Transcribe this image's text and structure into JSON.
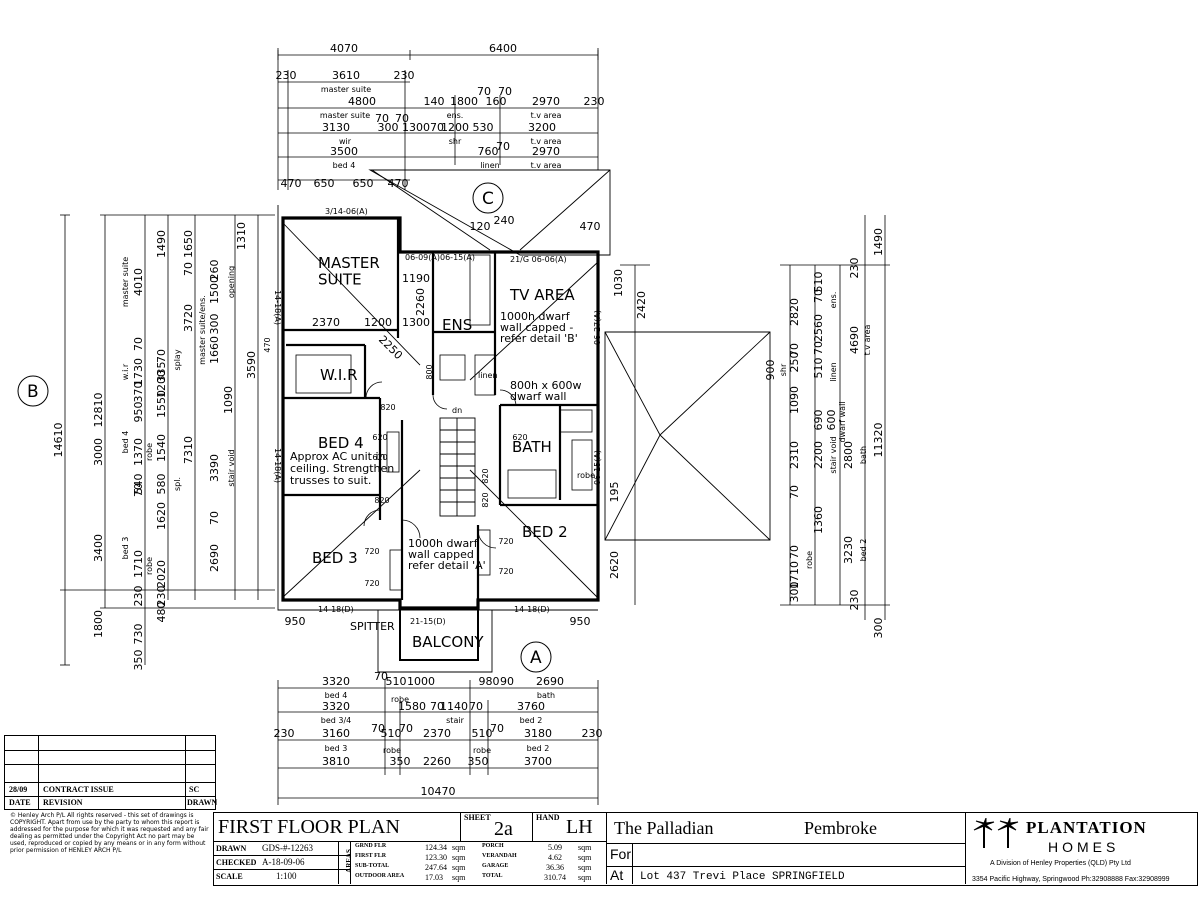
{
  "plan": {
    "rooms": {
      "master_suite": "MASTER\nSUITE",
      "tv_area": "TV AREA",
      "ens": "ENS",
      "wir": "W.I.R",
      "bed4": "BED 4",
      "bath": "BATH",
      "bed3": "BED 3",
      "bed2": "BED 2",
      "balcony": "BALCONY"
    },
    "notes": {
      "ac_note_1": "Approx AC unit in",
      "ac_note_2": "ceiling. Strengthen",
      "ac_note_3": "trusses to suit.",
      "tv_wall_1": "1000h dwarf",
      "tv_wall_2": "wall capped -",
      "tv_wall_3": "refer detail 'B'",
      "dwarf_600_1": "800h x 600w",
      "dwarf_600_2": "dwarf wall",
      "stair_wall_1": "1000h dwarf",
      "stair_wall_2": "wall capped",
      "stair_wall_3": "refer detail 'A'",
      "spitter": "SPITTER",
      "dn": "dn",
      "linen": "linen",
      "robe": "robe"
    },
    "markers": {
      "a": "A",
      "b": "B",
      "c": "C"
    },
    "top_dims": {
      "r1": [
        "4070",
        "6400"
      ],
      "r2": [
        "230",
        "3610",
        "230"
      ],
      "r2_label": "master suite",
      "r3": [
        "4800",
        "140",
        "1800",
        "70",
        "70",
        "160",
        "2970",
        "230"
      ],
      "r3_labels": [
        "master suite",
        "ens.",
        "t.v area"
      ],
      "r4": [
        "3130",
        "70",
        "70",
        "300",
        "1300",
        "70",
        "1200",
        "530",
        "3200"
      ],
      "r4_labels": [
        "wir",
        "shr",
        "t.v area"
      ],
      "r5": [
        "3500",
        "760",
        "70",
        "2970"
      ],
      "r5_labels": [
        "bed 4",
        "linen",
        "t.v area"
      ],
      "r6": [
        "470",
        "650",
        "650",
        "470"
      ]
    },
    "bottom_dims": {
      "r1": [
        "3320",
        "70",
        "510",
        "1000",
        "980",
        "90",
        "2690"
      ],
      "r1_labels": [
        "bed 4",
        "robe",
        "bath"
      ],
      "r2": [
        "3320",
        "1580",
        "70",
        "1140",
        "70",
        "3760"
      ],
      "r2_labels": [
        "bed 3/4",
        "stair",
        "bed 2"
      ],
      "r3": [
        "230",
        "3160",
        "70",
        "510",
        "70",
        "2370",
        "510",
        "70",
        "3180",
        "230"
      ],
      "r3_labels": [
        "bed 3",
        "robe",
        "robe",
        "bed 2"
      ],
      "r4": [
        "3810",
        "350",
        "2260",
        "350",
        "3700"
      ],
      "r5": [
        "10470"
      ]
    },
    "left_dims": [
      "14610",
      "12810",
      "4010",
      "1490",
      "1650",
      "3720",
      "1730",
      "335",
      "370",
      "1200",
      "950",
      "1550",
      "1090",
      "3000",
      "1370",
      "1540",
      "3590",
      "540",
      "580",
      "3390",
      "1620",
      "7310",
      "2690",
      "3400",
      "1710",
      "2020",
      "730",
      "1800",
      "350",
      "230",
      "70",
      "70",
      "70",
      "70",
      "70",
      "260",
      "1500",
      "300",
      "1660",
      "480",
      "230",
      "1310",
      "470"
    ],
    "left_labels": [
      "master suite",
      "master suite/ens.",
      "opening",
      "splay",
      "w.i.r",
      "robe",
      "bed 4",
      "spl.",
      "stair void",
      "bed 3",
      "robe"
    ],
    "right_dims": [
      "1490",
      "230",
      "510",
      "70",
      "2820",
      "2560",
      "4690",
      "11320",
      "70",
      "70",
      "250",
      "510",
      "900",
      "1090",
      "2200",
      "2310",
      "2800",
      "690",
      "600",
      "70",
      "1360",
      "70",
      "1710",
      "3230",
      "300",
      "230",
      "300",
      "2420",
      "1030"
    ],
    "right_labels": [
      "ens.",
      "t.v area",
      "shr",
      "linen",
      "dwarf wall",
      "stair void",
      "bath",
      "robe",
      "bed 2"
    ],
    "interior_dims": [
      "1190",
      "2260",
      "2370",
      "1200",
      "1300",
      "2250",
      "120",
      "240",
      "470",
      "820",
      "820",
      "620",
      "620",
      "620",
      "720",
      "720",
      "720",
      "720",
      "950",
      "950",
      "195",
      "2620",
      "800",
      "820",
      "820"
    ],
    "window_tags": [
      "3/14-06(A)",
      "06-09(A)",
      "06-15(A)",
      "21/G 06-06(A)",
      "14-18(A)",
      "06-27(A)",
      "14-18(A)",
      "06-15(A)",
      "14-18(D)",
      "14-18(D)",
      "21-15(D)"
    ]
  },
  "title_block": {
    "revisions": {
      "row_date": "28/09",
      "row_text": "CONTRACT ISSUE",
      "row_by": "SC",
      "hdr_date": "DATE",
      "hdr_rev": "REVISION",
      "hdr_drawn": "DRAWN"
    },
    "copyright": "© Henley Arch P/L   All rights reserved - this set of drawings is COPYRIGHT. Apart from use by the party to whom this report is addressed for the purpose for which it was requested and any fair dealing as permitted under the Copyright Act no part may be used, reproduced or copied by any means or in any form without prior permission of HENLEY ARCH P/L",
    "drawing_title": "FIRST FLOOR PLAN",
    "sheet_label": "SHEET",
    "sheet_value": "2a",
    "hand_label": "HAND",
    "hand_value": "LH",
    "drawn_label": "DRAWN",
    "drawn_value": "GDS-#-12263",
    "checked_label": "CHECKED",
    "checked_value": "A-18-09-06",
    "scale_label": "SCALE",
    "scale_value": "1:100",
    "areas_label": "AREAS",
    "areas": [
      {
        "label": "GRND FLR",
        "value": "124.34",
        "unit": "sqm"
      },
      {
        "label": "FIRST FLR",
        "value": "123.30",
        "unit": "sqm"
      },
      {
        "label": "SUB-TOTAL",
        "value": "247.64",
        "unit": "sqm"
      },
      {
        "label": "OUTDOOR AREA",
        "value": "17.03",
        "unit": "sqm"
      }
    ],
    "areas2": [
      {
        "label": "PORCH",
        "value": "5.09",
        "unit": "sqm"
      },
      {
        "label": "VERANDAH",
        "value": "4.62",
        "unit": "sqm"
      },
      {
        "label": "GARAGE",
        "value": "36.36",
        "unit": "sqm"
      },
      {
        "label": "TOTAL",
        "value": "310.74",
        "unit": "sqm"
      }
    ],
    "house": "The Palladian",
    "facade": "Pembroke",
    "for_label": "For",
    "at_label": "At",
    "address": "Lot 437 Trevi Place SPRINGFIELD",
    "brand_line1": "PLANTATION",
    "brand_line2": "HOMES",
    "brand_tag": "A Division of Henley Properties (QLD) Pty Ltd",
    "brand_addr": "3354 Pacific Highway, Springwood Ph:32908888 Fax:32908999"
  }
}
